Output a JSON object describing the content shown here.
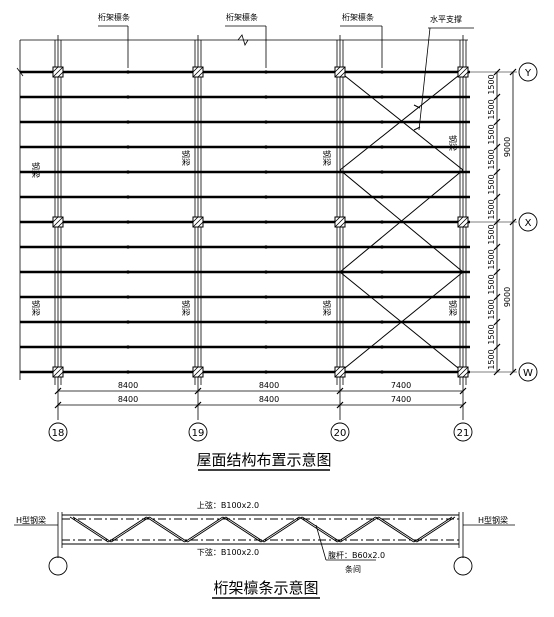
{
  "plan": {
    "top_labels": {
      "purlin_1": "桁架檩条",
      "purlin_2": "桁架檩条",
      "purlin_3": "桁架檩条",
      "bracing": "水平支撑"
    },
    "beam_label": "钢梁",
    "dims_bottom": {
      "row1": [
        "8400",
        "8400",
        "7400"
      ],
      "row2": [
        "8400",
        "8400",
        "7400"
      ]
    },
    "dims_right": {
      "spacing": [
        "1500",
        "1500",
        "1500",
        "1500",
        "1500",
        "1500",
        "1500",
        "1500",
        "1500",
        "1500",
        "1500",
        "1500"
      ],
      "totals": [
        "9000",
        "9000"
      ]
    },
    "axes_x": [
      "18",
      "19",
      "20",
      "21"
    ],
    "axes_y": [
      "Y",
      "X",
      "W"
    ],
    "title": "屋面结构布置示意图"
  },
  "truss": {
    "top_chord": "上弦：B100x2.0",
    "bottom_chord": "下弦：B100x2.0",
    "web": "腹杆：B60x2.0",
    "web_note": "条间",
    "left_beam": "H型钢梁",
    "right_beam": "H型钢梁",
    "title": "桁架檩条示意图"
  }
}
